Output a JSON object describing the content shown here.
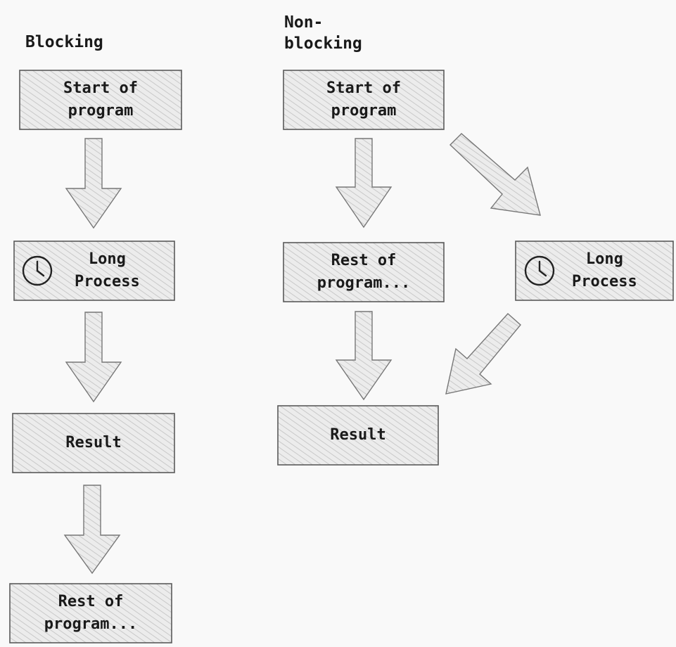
{
  "blocking": {
    "heading": "Blocking",
    "start": "Start of\nprogram",
    "long_process": "Long\nProcess",
    "result": "Result",
    "rest": "Rest of\nprogram..."
  },
  "non_blocking": {
    "heading": "Non-\nblocking",
    "start": "Start of\nprogram",
    "rest": "Rest of\nprogram...",
    "long_process": "Long\nProcess",
    "result": "Result"
  },
  "icons": {
    "clock": "clock-icon"
  },
  "colors": {
    "box_fill": "#e9e9e9",
    "hatch": "#c4c4c4",
    "stroke": "#555555",
    "background": "#f9f9f9"
  }
}
